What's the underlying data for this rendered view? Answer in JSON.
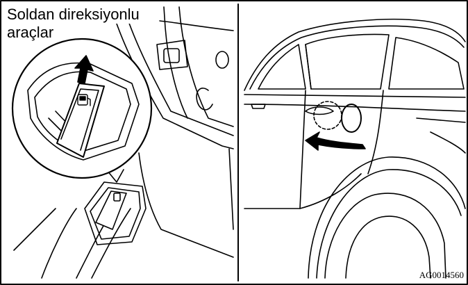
{
  "left_panel": {
    "caption_line1": "Soldan direksiyonlu",
    "caption_line2": "araçlar"
  },
  "figure_code": "AG0014560",
  "icons": {
    "fuel_pump": "fuel-pump-icon",
    "up_arrow": "up-arrow-icon",
    "curved_arrow": "curved-arrow-icon"
  }
}
